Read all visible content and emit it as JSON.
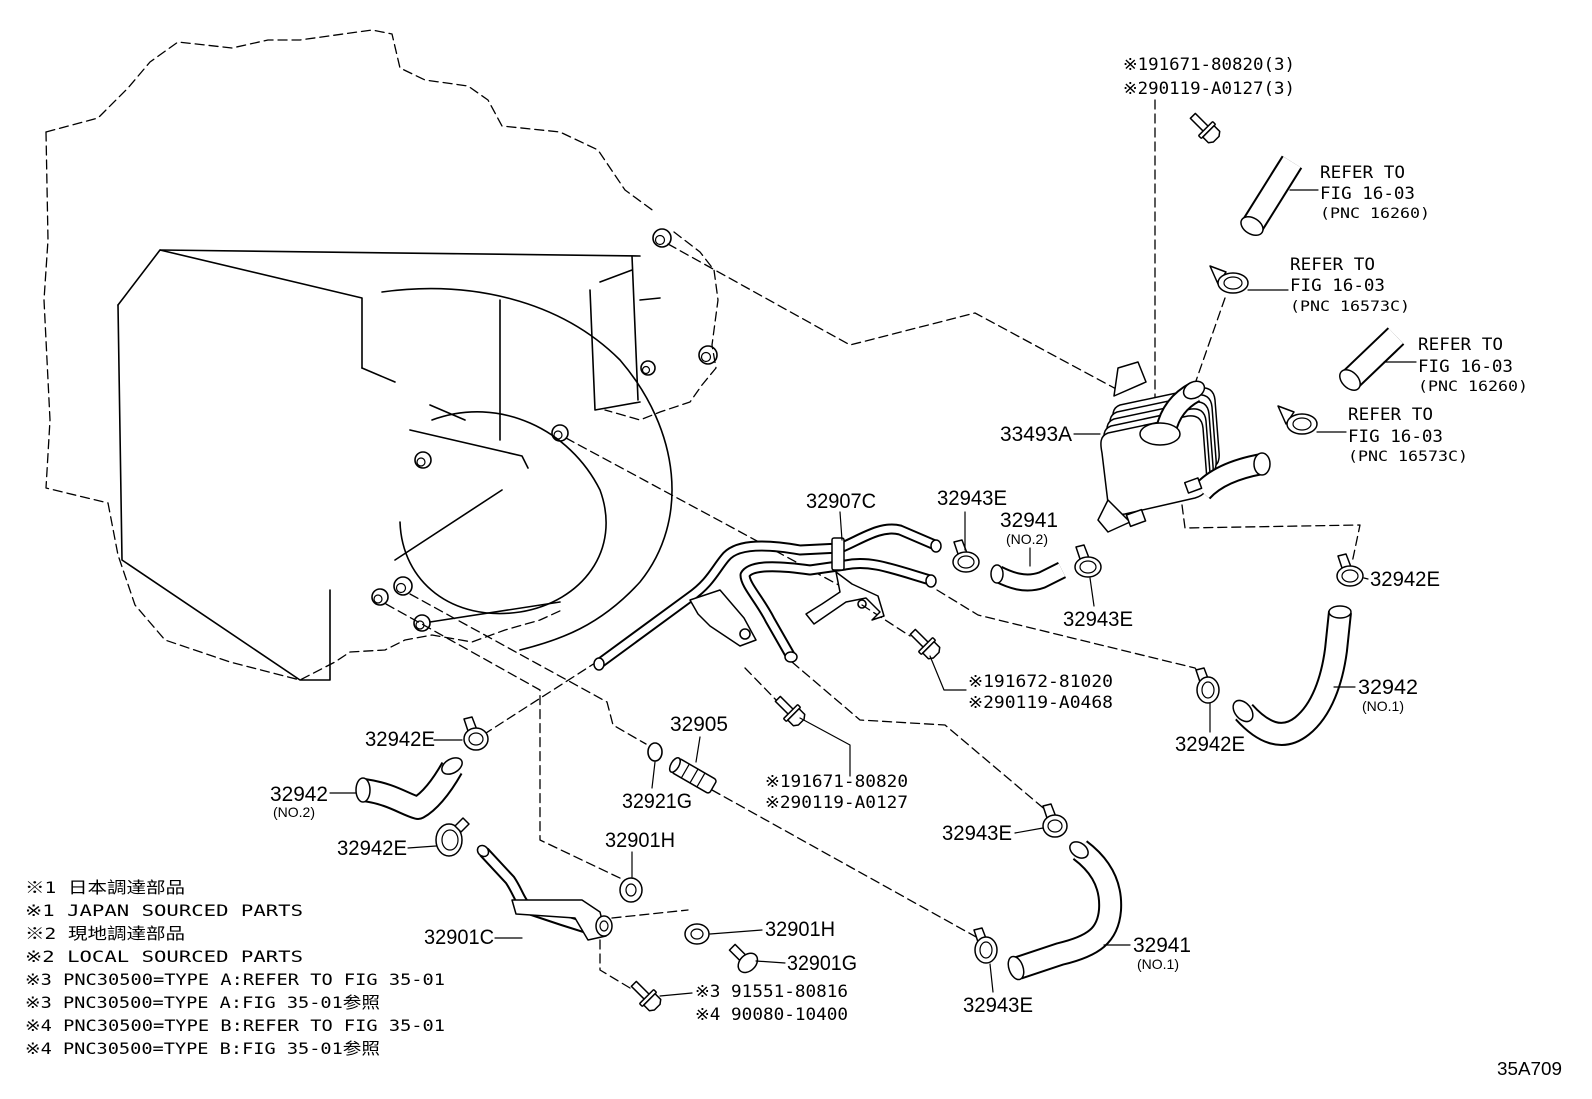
{
  "drawing_id": "35A709",
  "colors": {
    "line": "#000000",
    "background": "#ffffff"
  },
  "bolt_notes": [
    {
      "line1": "※191671-80820(3)",
      "line2": "※290119-A0127(3)"
    },
    {
      "line1": "※191672-81020",
      "line2": "※290119-A0468"
    },
    {
      "line1": "※191671-80820",
      "line2": "※290119-A0127"
    },
    {
      "line1": "※3 91551-80816",
      "line2": "※4 90080-10400"
    }
  ],
  "refer_notes": [
    {
      "line1": "REFER TO",
      "line2": "FIG 16-03",
      "line3": "(PNC 16260)"
    },
    {
      "line1": "REFER TO",
      "line2": "FIG 16-03",
      "line3": "(PNC 16573C)"
    },
    {
      "line1": "REFER TO",
      "line2": "FIG 16-03",
      "line3": "(PNC 16260)"
    },
    {
      "line1": "REFER TO",
      "line2": "FIG 16-03",
      "line3": "(PNC 16573C)"
    }
  ],
  "callouts": [
    {
      "part": "33493A"
    },
    {
      "part": "32907C"
    },
    {
      "part": "32943E"
    },
    {
      "part": "32941",
      "qualifier": "(NO.2)"
    },
    {
      "part": "32943E"
    },
    {
      "part": "32942E"
    },
    {
      "part": "32942",
      "qualifier": "(NO.1)"
    },
    {
      "part": "32942E"
    },
    {
      "part": "32942E"
    },
    {
      "part": "32905"
    },
    {
      "part": "32942",
      "qualifier": "(NO.2)"
    },
    {
      "part": "32921G"
    },
    {
      "part": "32943E"
    },
    {
      "part": "32942E"
    },
    {
      "part": "32901H"
    },
    {
      "part": "32901H"
    },
    {
      "part": "32901C"
    },
    {
      "part": "32941",
      "qualifier": "(NO.1)"
    },
    {
      "part": "32901G"
    },
    {
      "part": "32943E"
    }
  ],
  "legend": [
    "※1 日本調達部品",
    "※1 JAPAN SOURCED PARTS",
    "※2 現地調達部品",
    "※2 LOCAL SOURCED PARTS",
    "※3 PNC30500=TYPE A:REFER TO FIG 35-01",
    "※3 PNC30500=TYPE A:FIG 35-01参照",
    "※4 PNC30500=TYPE B:REFER TO FIG 35-01",
    "※4 PNC30500=TYPE B:FIG 35-01参照"
  ]
}
